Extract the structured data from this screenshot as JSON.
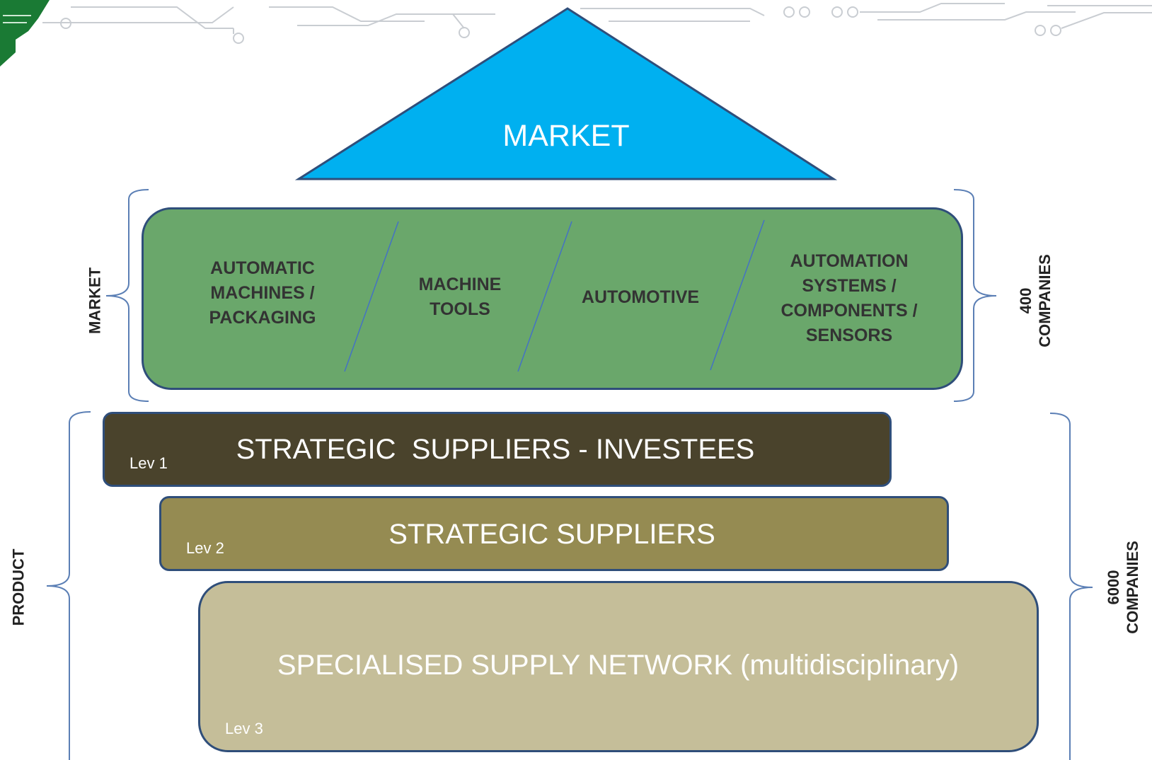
{
  "market_triangle": {
    "label": "MARKET"
  },
  "segments_box": {
    "segments": [
      "AUTOMATIC\nMACHINES /\nPACKAGING",
      "MACHINE\nTOOLS",
      "AUTOMOTIVE",
      "AUTOMATION\nSYSTEMS /\nCOMPONENTS /\nSENSORS"
    ]
  },
  "levels": [
    {
      "level": "Lev 1",
      "title": "STRATEGIC  SUPPLIERS - INVESTEES",
      "color": "#4a432c"
    },
    {
      "level": "Lev 2",
      "title": "STRATEGIC SUPPLIERS",
      "color": "#958b52"
    },
    {
      "level": "Lev 3",
      "title": "SPECIALISED SUPPLY NETWORK (multidisciplinary)",
      "color": "#c5be99"
    }
  ],
  "brackets": {
    "left_top": "MARKET",
    "left_bottom": "PRODUCT",
    "right_top": {
      "count": "400",
      "unit": "COMPANIES"
    },
    "right_bottom": {
      "count": "6000",
      "unit": "COMPANIES"
    }
  },
  "colors": {
    "triangle": "#00b0f0",
    "segments_fill": "#6aa76b",
    "border": "#2f4e7a",
    "bracket": "#5b7fb5",
    "circuit": "#c9cdd2",
    "corner_accent": "#1a7a34"
  }
}
